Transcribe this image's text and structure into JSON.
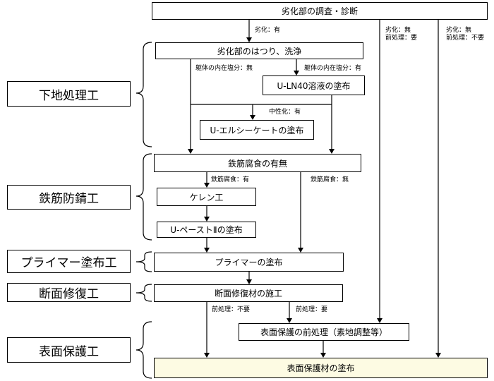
{
  "boxes": {
    "inspection": "劣化部の調査・診断",
    "chipping": "劣化部のはつり、洗浄",
    "uln40": "U-LN40溶液の塗布",
    "silicate": "U-エルシーケートの塗布",
    "corrosion": "鉄筋腐食の有無",
    "kelen": "ケレン工",
    "paste": "U-ペーストⅡの塗布",
    "primer": "プライマーの塗布",
    "repair": "断面修復材の施工",
    "pretreat": "表面保護の前処理（素地調整等）",
    "final": "表面保護材の塗布"
  },
  "stages": {
    "base": "下地処理工",
    "rust": "鉄筋防錆工",
    "primer": "プライマー塗布工",
    "repair": "断面修復工",
    "protect": "表面保護工"
  },
  "labels": {
    "deg_yes": "劣化：有",
    "deg_no_pre_req_1": "劣化：無",
    "deg_no_pre_req_2": "前処理：要",
    "deg_no_pre_none_1": "劣化：無",
    "deg_no_pre_none_2": "前処理：不要",
    "salt_none": "躯体の内在塩分：無",
    "salt_yes": "躯体の内在塩分：有",
    "neutral_yes": "中性化：有",
    "corr_yes": "鉄筋腐食：有",
    "corr_no": "鉄筋腐食：無",
    "pre_none": "前処理：不要",
    "pre_req": "前処理：要"
  },
  "colors": {
    "final_fill": "#fdfbe3"
  }
}
